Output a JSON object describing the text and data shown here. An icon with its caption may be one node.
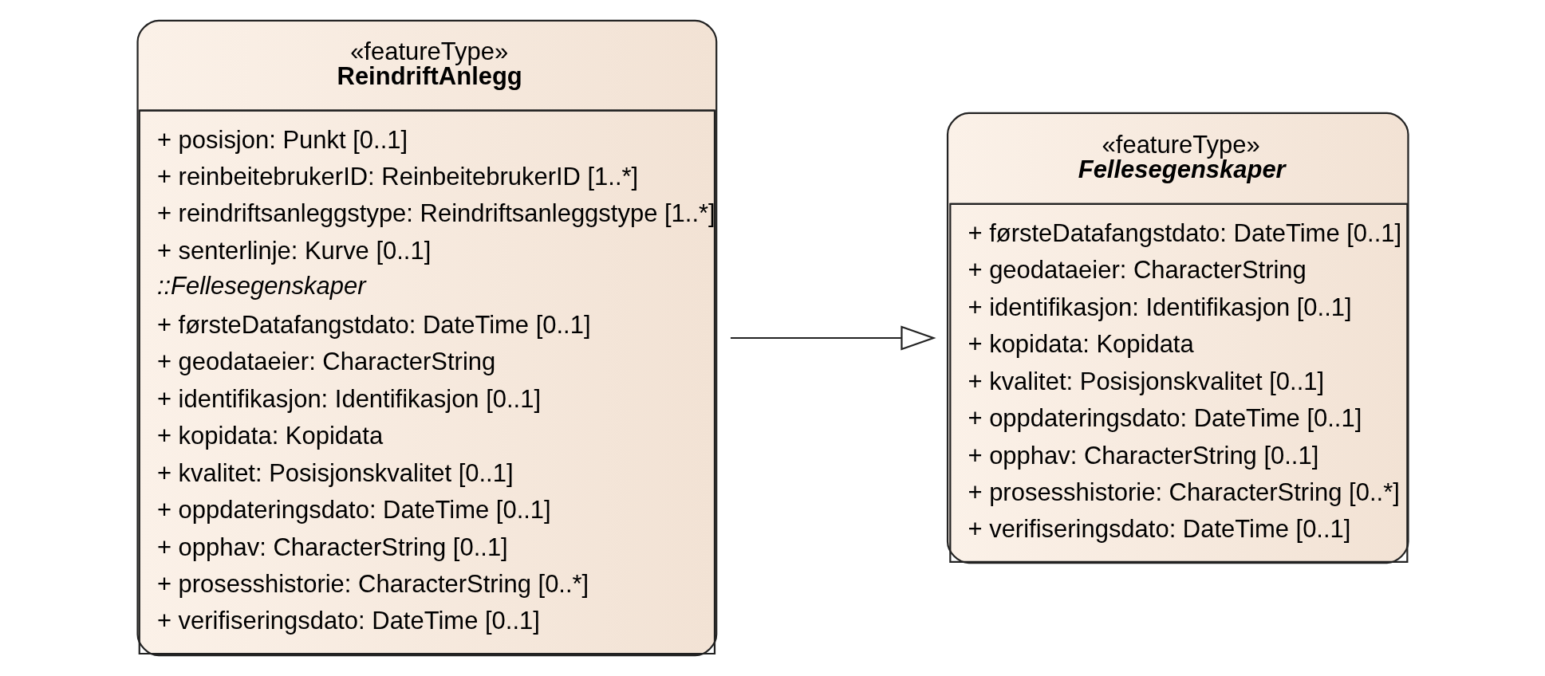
{
  "diagram": {
    "nodes": [
      {
        "text": [
          "«featureType»",
          "ReindriftAnlegg",
          "+ posisjon: Punkt [0..1]",
          "+ reinbeitebrukerID: ReinbeitebrukerID [1..*]",
          "+ reindriftsanleggstype: Reindriftsanleggstype [1..*]",
          "+ senterlinje: Kurve [0..1]",
          "::Fellesegenskaper",
          "+ førsteDatafangstdato: DateTime [0..1]",
          "+ geodataeier: CharacterString",
          "+ identifikasjon: Identifikasjon [0..1]",
          "+ kopidata: Kopidata",
          "+ kvalitet: Posisjonskvalitet [0..1]",
          "+ oppdateringsdato: DateTime [0..1]",
          "+ opphav: CharacterString [0..1]",
          "+ prosesshistorie: CharacterString [0..*]",
          "+ verifiseringsdato: DateTime [0..1]"
        ]
      },
      {
        "text": [
          "«featureType»",
          "Fellesegenskaper",
          "+ førsteDatafangstdato: DateTime [0..1]",
          "+ geodataeier: CharacterString",
          "+ identifikasjon: Identifikasjon [0..1]",
          "+ kopidata: Kopidata",
          "+ kvalitet: Posisjonskvalitet [0..1]",
          "+ oppdateringsdato: DateTime [0..1]",
          "+ opphav: CharacterString [0..1]",
          "+ prosesshistorie: CharacterString [0..*]",
          "+ verifiseringsdato: DateTime [0..1]"
        ]
      }
    ],
    "edges": [
      {
        "from": 0,
        "to": 1,
        "arrow": "to"
      }
    ]
  }
}
